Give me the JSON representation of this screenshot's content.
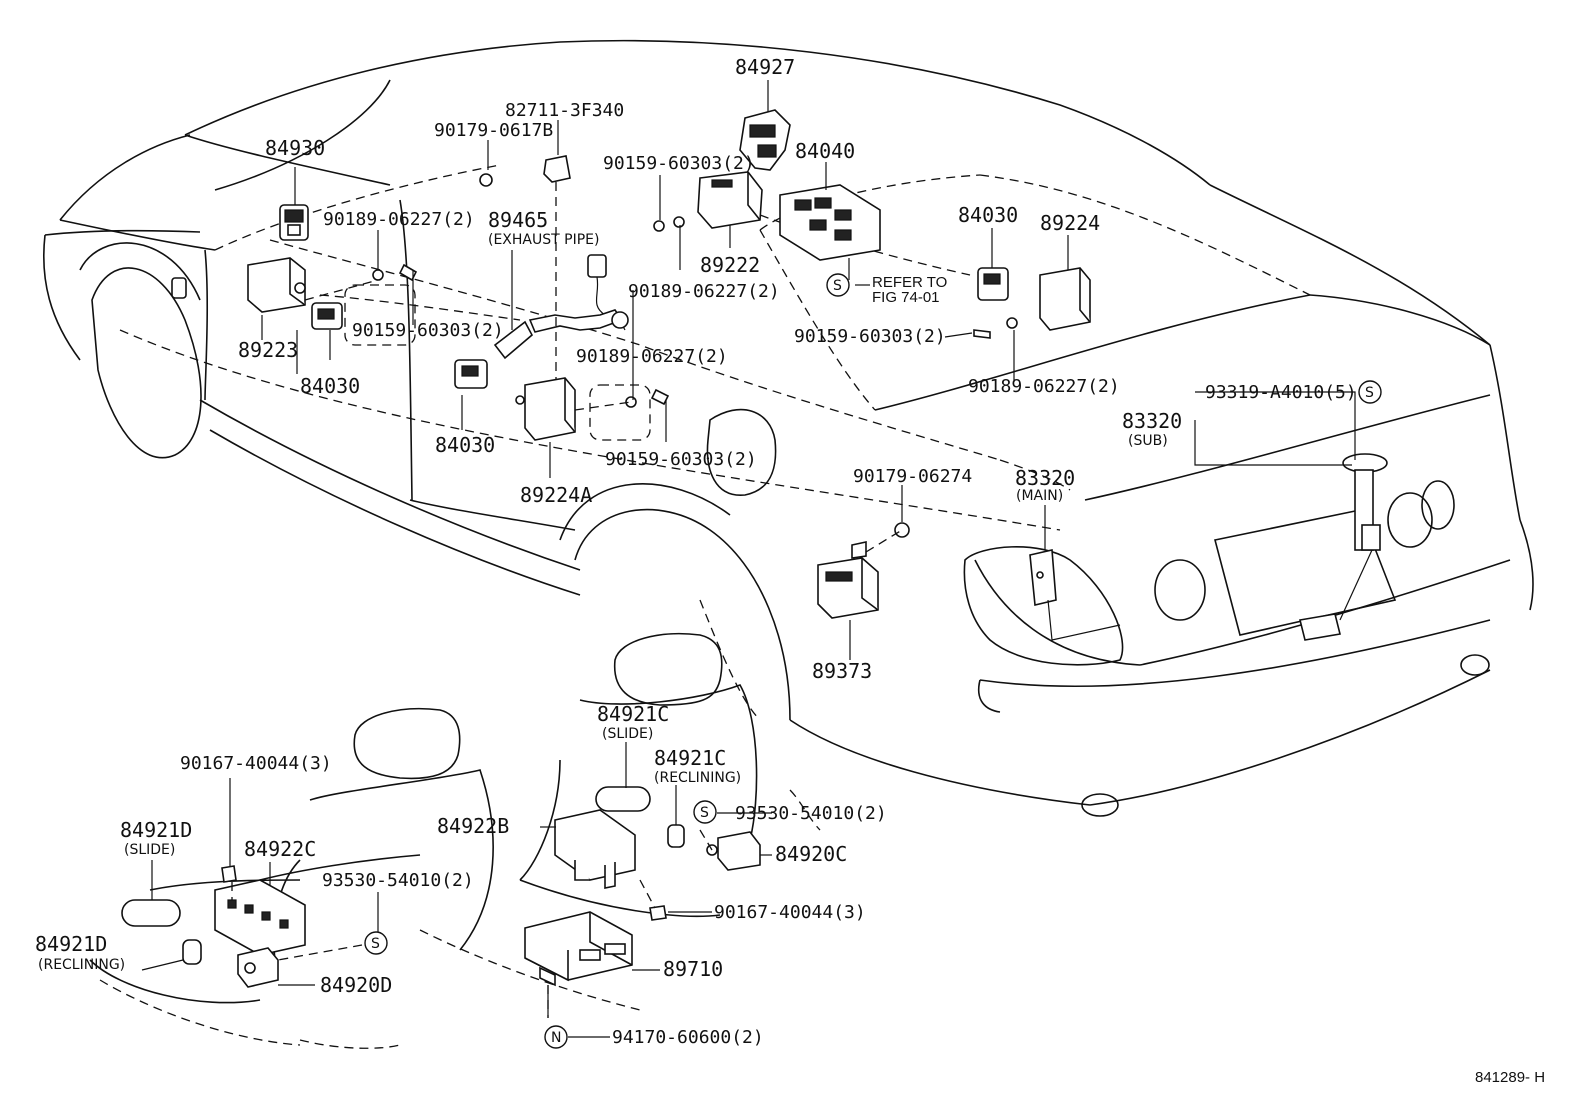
{
  "diagram": {
    "reference_code": "841289- H",
    "part_numbers": {
      "p84927": "84927",
      "p82711": "82711-3F340",
      "p90179_0617b": "90179-0617B",
      "p84930": "84930",
      "p90159_top": "90159-60303(2)",
      "p84040": "84040",
      "p90189_a": "90189-06227(2)",
      "p89465": "89465",
      "p89465_sub": "(EXHAUST PIPE)",
      "p89222": "89222",
      "p84030_r": "84030",
      "p89224": "89224",
      "refer_to_l1": "REFER TO",
      "refer_to_l2": "FIG 74-01",
      "p90189_b": "90189-06227(2)",
      "p89223": "89223",
      "p90159_b": "90159-60303(2)",
      "p90189_c": "90189-06227(2)",
      "p90159_c": "90159-60303(2)",
      "p84030_l": "84030",
      "p90189_d": "90189-06227(2)",
      "p93319": "93319-A4010(5)",
      "p83320_sub": "83320",
      "p83320_sub_note": "(SUB)",
      "p84030_m": "84030",
      "p90159_d": "90159-60303(2)",
      "p89224a": "89224A",
      "p90179_06274": "90179-06274",
      "p83320_main": "83320",
      "p83320_main_note": "(MAIN)",
      "p89373": "89373",
      "p84921c_slide": "84921C",
      "p84921c_slide_note": "(SLIDE)",
      "p84921c_recl": "84921C",
      "p84921c_recl_note": "(RECLINING)",
      "p90167_top": "90167-40044(3)",
      "p93530_r": "93530-54010(2)",
      "p84921d_slide": "84921D",
      "p84921d_slide_note": "(SLIDE)",
      "p84922c": "84922C",
      "p84922b": "84922B",
      "p84920c": "84920C",
      "p93530_l": "93530-54010(2)",
      "p90167_bot": "90167-40044(3)",
      "p84921d_recl": "84921D",
      "p84921d_recl_note": "(RECLINING)",
      "p89710": "89710",
      "p84920d": "84920D",
      "p94170": "94170-60600(2)"
    },
    "symbols": {
      "s": "S",
      "n": "N"
    }
  }
}
